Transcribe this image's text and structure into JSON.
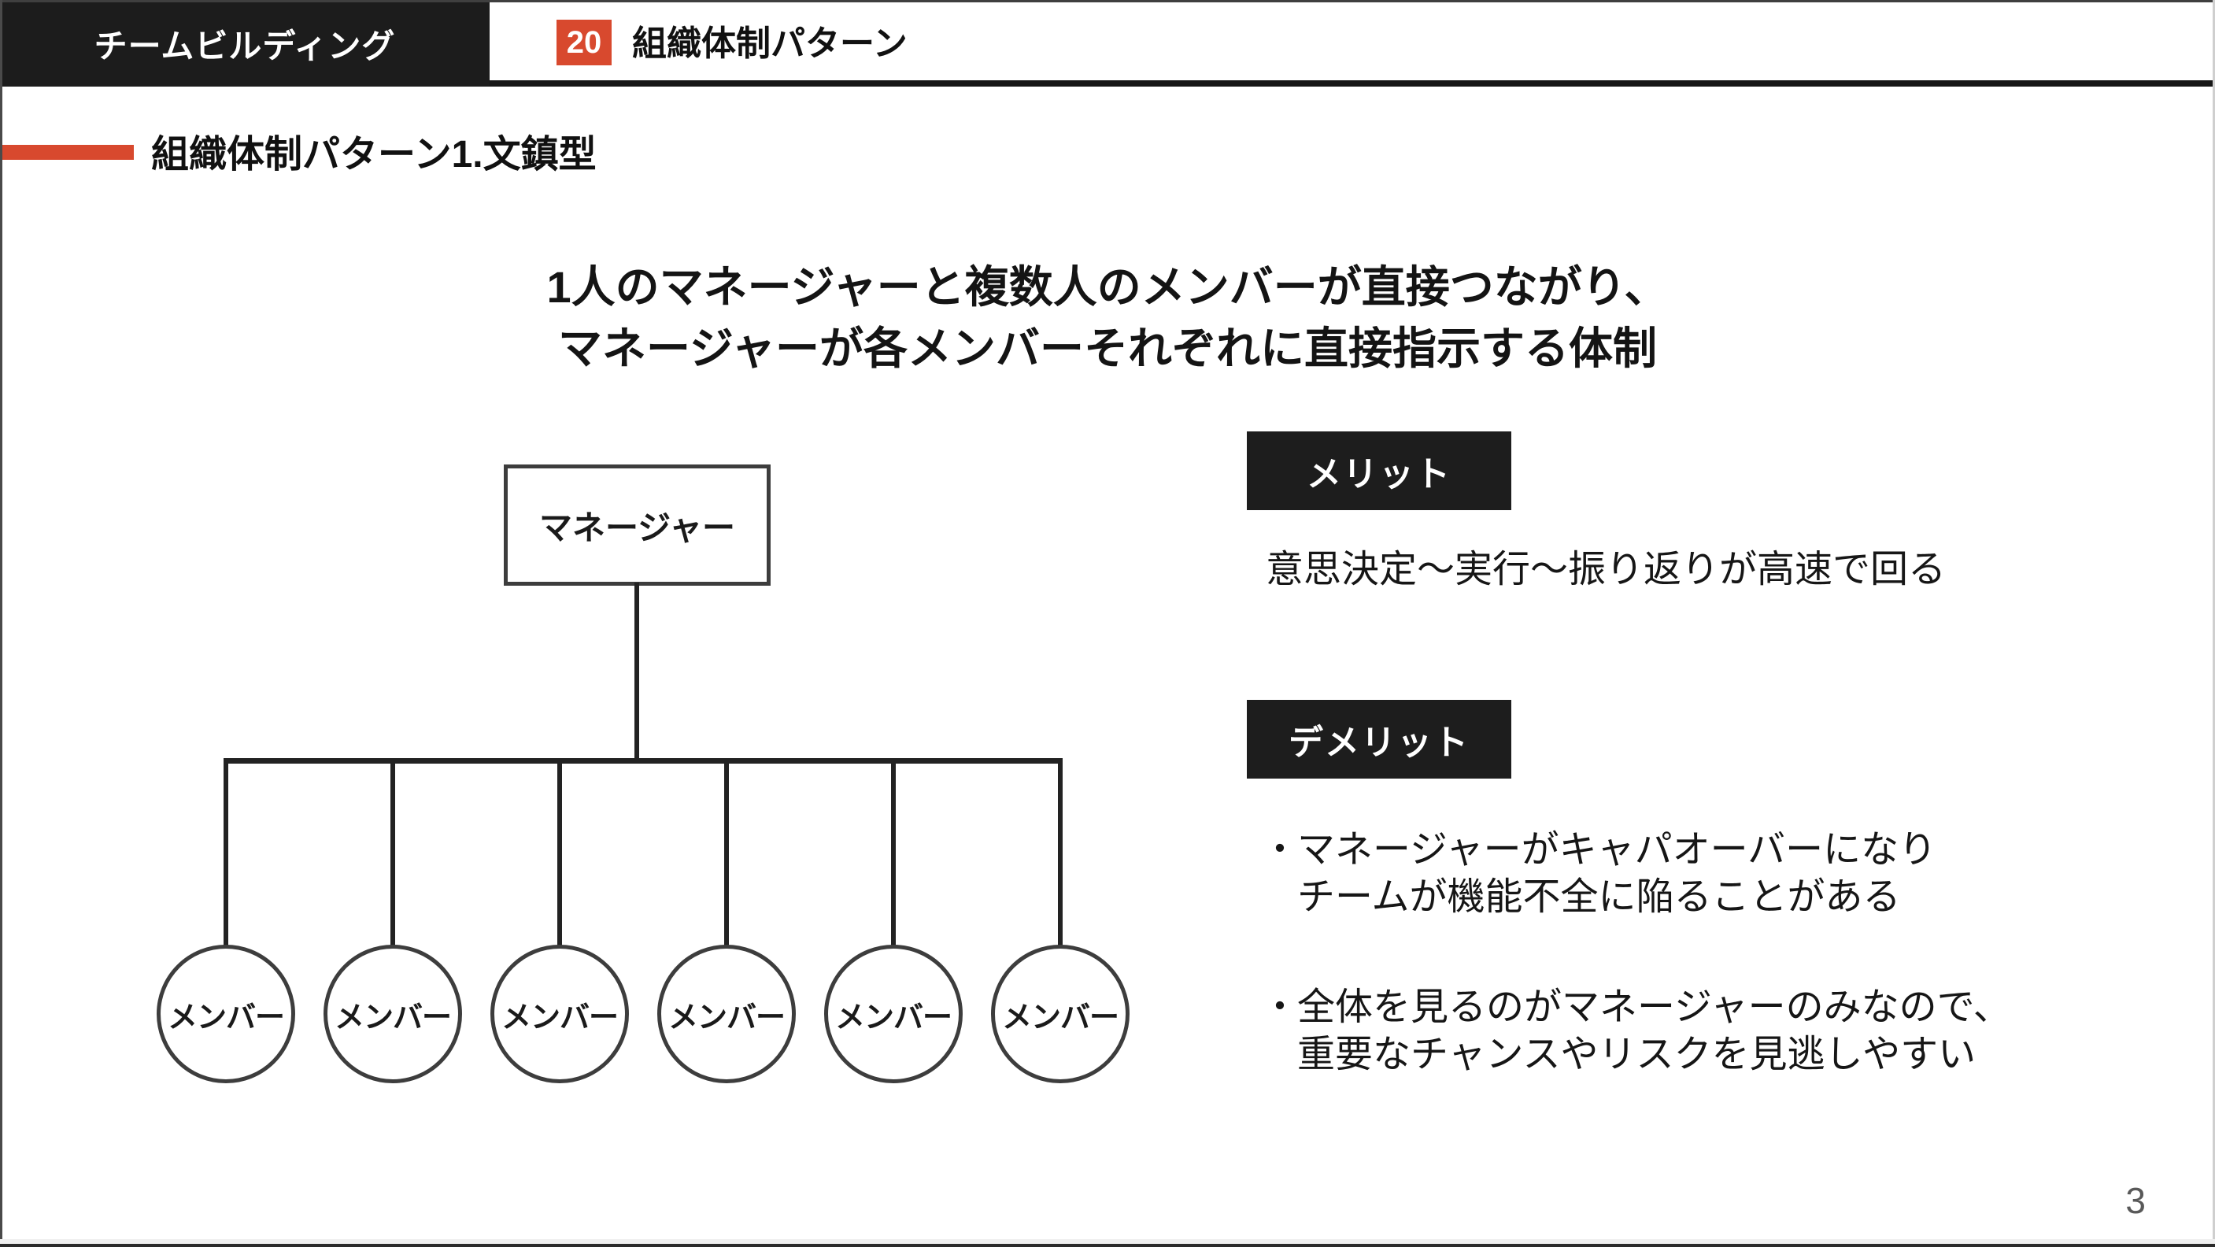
{
  "header": {
    "brand": "チームビルディング",
    "lesson_number": "20",
    "lesson_title": "組織体制パターン"
  },
  "section": {
    "heading": "組織体制パターン1.文鎮型"
  },
  "main_title": {
    "line1": "1人のマネージャーと複数人のメンバーが直接つながり、",
    "line2": "マネージャーが各メンバーそれぞれに直接指示する体制"
  },
  "org_chart": {
    "manager_label": "マネージャー",
    "member_count": 6,
    "members": [
      "メンバー",
      "メンバー",
      "メンバー",
      "メンバー",
      "メンバー",
      "メンバー"
    ]
  },
  "merit": {
    "heading": "メリット",
    "body": "意思決定〜実行〜振り返りが高速で回る"
  },
  "demerit": {
    "heading": "デメリット",
    "bullet_char": "・",
    "bullets": [
      {
        "line1": "マネージャーがキャパオーバーになり",
        "line2": "チームが機能不全に陥ることがある"
      },
      {
        "line1": "全体を見るのがマネージャーのみなので、",
        "line2": "重要なチャンスやリスクを見逃しやすい"
      }
    ]
  },
  "footer": {
    "page_number": "3"
  },
  "colors": {
    "accent_red": "#d8492e",
    "header_black": "#1c1c1c",
    "tag_black": "#1d1d1d",
    "shape_border_gray": "#3d3d3d",
    "connector_black": "#222222",
    "page_number_gray": "#595959"
  }
}
